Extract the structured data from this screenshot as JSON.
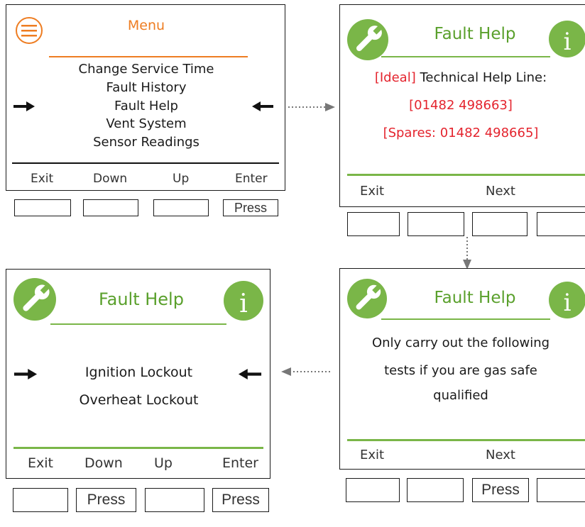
{
  "colors": {
    "accent_orange": "#ee7d22",
    "green": "#7ab648",
    "red": "#e4242e",
    "ink": "#1a1a1a"
  },
  "screen1": {
    "title": "Menu",
    "menu_icon": "hamburger-menu-icon",
    "items": [
      "Change Service Time",
      "Fault History",
      "Fault Help",
      "Vent System",
      "Sensor Readings"
    ],
    "selected_index": 2,
    "softkeys": [
      "Exit",
      "Down",
      "Up",
      "Enter"
    ],
    "buttons": [
      "",
      "",
      "",
      "Press"
    ]
  },
  "screen2": {
    "title": "Fault Help",
    "left_icon": "wrench-icon",
    "right_icon": "info-icon",
    "line1_red": "[Ideal]",
    "line1_text": " Technical Help Line:",
    "line2": "[01482 498663]",
    "line3": "[Spares: 01482 498665]",
    "softkeys": [
      "Exit",
      "Next"
    ],
    "buttons": [
      "",
      "",
      "",
      ""
    ]
  },
  "screen3": {
    "title": "Fault Help",
    "left_icon": "wrench-icon",
    "right_icon": "info-icon",
    "message_lines": [
      "Only carry out the following",
      "tests if you are gas safe",
      "qualified"
    ],
    "softkeys": [
      "Exit",
      "Next"
    ],
    "buttons": [
      "",
      "",
      "Press",
      ""
    ]
  },
  "screen4": {
    "title": "Fault Help",
    "left_icon": "wrench-icon",
    "right_icon": "info-icon",
    "items": [
      "Ignition Lockout",
      "Overheat Lockout"
    ],
    "selected_index": 0,
    "softkeys": [
      "Exit",
      "Down",
      "Up",
      "Enter"
    ],
    "buttons": [
      "",
      "Press",
      "",
      "Press"
    ]
  }
}
